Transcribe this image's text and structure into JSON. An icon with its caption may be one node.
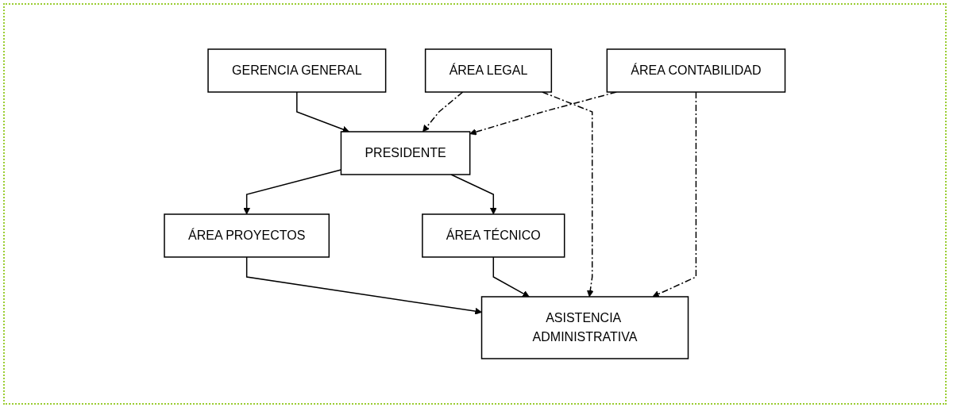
{
  "diagram": {
    "nodes": [
      {
        "text": [
          "GERENCIA GENERAL"
        ]
      },
      {
        "text": [
          "PRESIDENTE"
        ]
      },
      {
        "text": [
          "ÁREA LEGAL"
        ]
      },
      {
        "text": [
          "ÁREA CONTABILIDAD"
        ]
      },
      {
        "text": [
          "ÁREA PROYECTOS"
        ]
      },
      {
        "text": [
          "ÁREA TÉCNICO"
        ]
      },
      {
        "text": [
          "ASISTENCIA ADMINISTRATIVA"
        ]
      }
    ],
    "edges": [
      {
        "from": 0,
        "to": 1,
        "arrow": "to"
      },
      {
        "from": 1,
        "to": 4,
        "arrow": "to"
      },
      {
        "from": 1,
        "to": 5,
        "arrow": "to"
      },
      {
        "from": 2,
        "to": 1,
        "arrow": "to",
        "style": "dashed"
      },
      {
        "from": 3,
        "to": 1,
        "arrow": "to",
        "style": "dashed"
      },
      {
        "from": 4,
        "to": 6,
        "arrow": "to"
      },
      {
        "from": 5,
        "to": 6,
        "arrow": "to"
      },
      {
        "from": 2,
        "to": 6,
        "arrow": "to",
        "style": "dashed"
      },
      {
        "from": 3,
        "to": 6,
        "arrow": "to",
        "style": "dashed"
      }
    ]
  }
}
